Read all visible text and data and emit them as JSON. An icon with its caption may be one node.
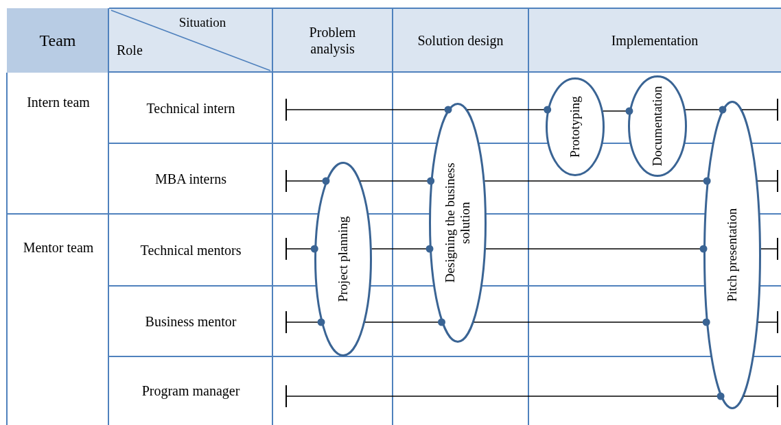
{
  "diagram": {
    "nodes": [
      {
        "text": [
          "Project planning"
        ]
      },
      {
        "text": [
          "Designing the business solution"
        ]
      },
      {
        "text": [
          "Prototyping"
        ]
      },
      {
        "text": [
          "Documentation"
        ]
      },
      {
        "text": [
          "Pitch presentation"
        ]
      }
    ],
    "edges": [
      {
        "from": null,
        "to": 1,
        "arrow": "other"
      },
      {
        "from": 1,
        "to": 2,
        "arrow": "other"
      },
      {
        "from": 2,
        "to": 3,
        "arrow": "other"
      },
      {
        "from": 3,
        "to": 4,
        "arrow": "other"
      },
      {
        "from": 4,
        "to": null,
        "arrow": "other"
      },
      {
        "from": null,
        "to": 0,
        "arrow": "other"
      },
      {
        "from": 0,
        "to": 1,
        "arrow": "other"
      },
      {
        "from": 1,
        "to": 4,
        "arrow": "other"
      },
      {
        "from": 4,
        "to": null,
        "arrow": "other"
      },
      {
        "from": null,
        "to": 0,
        "arrow": "other"
      },
      {
        "from": 0,
        "to": 1,
        "arrow": "other"
      },
      {
        "from": 1,
        "to": 4,
        "arrow": "other"
      },
      {
        "from": 4,
        "to": null,
        "arrow": "other"
      },
      {
        "from": null,
        "to": 0,
        "arrow": "other"
      },
      {
        "from": 0,
        "to": 1,
        "arrow": "other"
      },
      {
        "from": 1,
        "to": 4,
        "arrow": "other"
      },
      {
        "from": 4,
        "to": null,
        "arrow": "other"
      },
      {
        "from": null,
        "to": 4,
        "arrow": "other"
      },
      {
        "from": 4,
        "to": null,
        "arrow": "other"
      }
    ],
    "labels": [
      "Team",
      "Situation",
      "Role",
      "Problem analysis",
      "Solution design",
      "Implementation",
      "Intern team",
      "Technical intern",
      "MBA interns",
      "Mentor team",
      "Technical mentors",
      "Business mentor",
      "Program manager"
    ]
  }
}
